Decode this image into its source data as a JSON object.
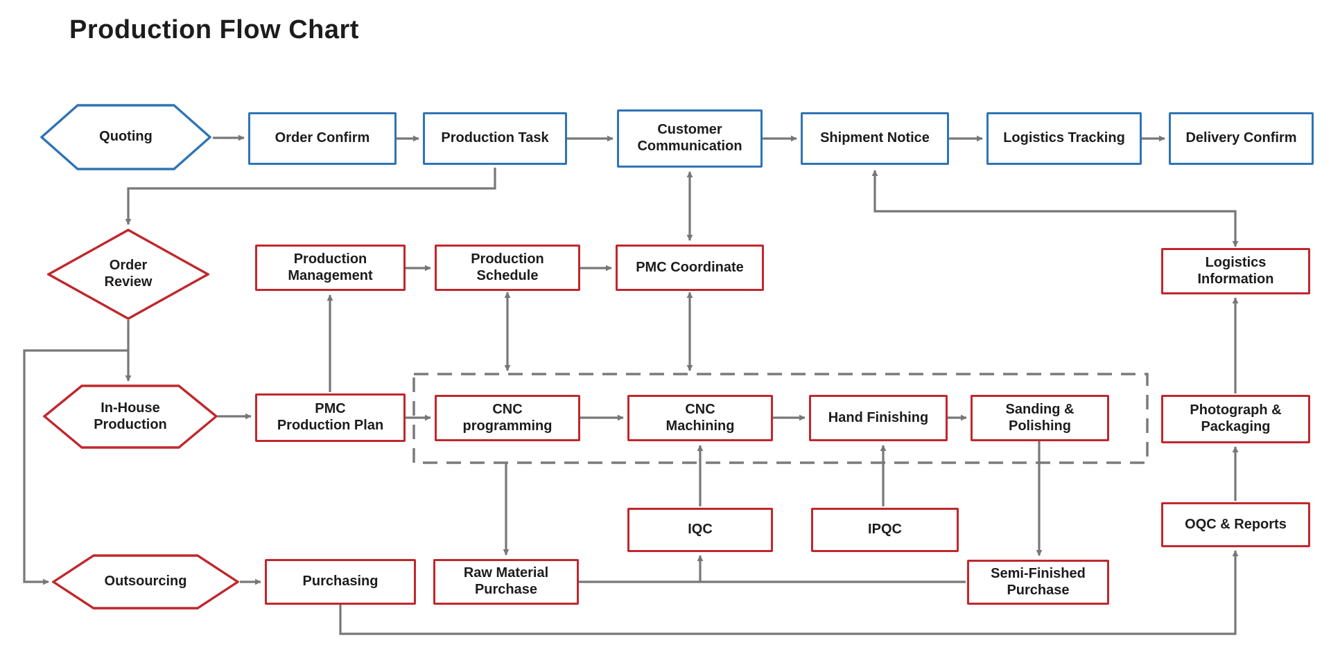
{
  "title": "Production Flow Chart",
  "colors": {
    "blue": "#2E74B5",
    "red": "#C0272C",
    "arrow": "#777777",
    "ink": "#1C1C1C"
  },
  "nodes": {
    "quoting": {
      "label": "Quoting",
      "shape": "hexagon",
      "color": "blue"
    },
    "order_confirm": {
      "label": "Order Confirm",
      "shape": "rect",
      "color": "blue"
    },
    "production_task": {
      "label": "Production Task",
      "shape": "rect",
      "color": "blue"
    },
    "customer_communication": {
      "label": "Customer\nCommunication",
      "shape": "rect",
      "color": "blue"
    },
    "shipment_notice": {
      "label": "Shipment Notice",
      "shape": "rect",
      "color": "blue"
    },
    "logistics_tracking": {
      "label": "Logistics Tracking",
      "shape": "rect",
      "color": "blue"
    },
    "delivery_confirm": {
      "label": "Delivery Confirm",
      "shape": "rect",
      "color": "blue"
    },
    "order_review": {
      "label": "Order\nReview",
      "shape": "diamond",
      "color": "red"
    },
    "production_management": {
      "label": "Production\nManagement",
      "shape": "rect",
      "color": "red"
    },
    "production_schedule": {
      "label": "Production\nSchedule",
      "shape": "rect",
      "color": "red"
    },
    "pmc_coordinate": {
      "label": "PMC Coordinate",
      "shape": "rect",
      "color": "red"
    },
    "logistics_information": {
      "label": "Logistics\nInformation",
      "shape": "rect",
      "color": "red"
    },
    "in_house_production": {
      "label": "In-House\nProduction",
      "shape": "hexagon",
      "color": "red"
    },
    "pmc_production_plan": {
      "label": "PMC\nProduction Plan",
      "shape": "rect",
      "color": "red"
    },
    "cnc_programming": {
      "label": "CNC\nprogramming",
      "shape": "rect",
      "color": "red"
    },
    "cnc_machining": {
      "label": "CNC\nMachining",
      "shape": "rect",
      "color": "red"
    },
    "hand_finishing": {
      "label": "Hand Finishing",
      "shape": "rect",
      "color": "red"
    },
    "sanding_polishing": {
      "label": "Sanding &\nPolishing",
      "shape": "rect",
      "color": "red"
    },
    "photograph_packaging": {
      "label": "Photograph &\nPackaging",
      "shape": "rect",
      "color": "red"
    },
    "iqc": {
      "label": "IQC",
      "shape": "rect",
      "color": "red"
    },
    "ipqc": {
      "label": "IPQC",
      "shape": "rect",
      "color": "red"
    },
    "oqc_reports": {
      "label": "OQC & Reports",
      "shape": "rect",
      "color": "red"
    },
    "outsourcing": {
      "label": "Outsourcing",
      "shape": "hexagon",
      "color": "red"
    },
    "purchasing": {
      "label": "Purchasing",
      "shape": "rect",
      "color": "red"
    },
    "raw_material_purchase": {
      "label": "Raw Material\nPurchase",
      "shape": "rect",
      "color": "red"
    },
    "semi_finished_purchase": {
      "label": "Semi-Finished\nPurchase",
      "shape": "rect",
      "color": "red"
    }
  },
  "edges": [
    {
      "from": "quoting",
      "to": "order_confirm",
      "type": "arrow"
    },
    {
      "from": "order_confirm",
      "to": "production_task",
      "type": "arrow"
    },
    {
      "from": "production_task",
      "to": "customer_communication",
      "type": "arrow"
    },
    {
      "from": "customer_communication",
      "to": "shipment_notice",
      "type": "arrow"
    },
    {
      "from": "shipment_notice",
      "to": "logistics_tracking",
      "type": "arrow"
    },
    {
      "from": "logistics_tracking",
      "to": "delivery_confirm",
      "type": "arrow"
    },
    {
      "from": "production_task",
      "to": "order_review",
      "type": "arrow"
    },
    {
      "from": "customer_communication",
      "to": "pmc_coordinate",
      "type": "double"
    },
    {
      "from": "production_management",
      "to": "production_schedule",
      "type": "arrow"
    },
    {
      "from": "production_schedule",
      "to": "pmc_coordinate",
      "type": "arrow"
    },
    {
      "from": "pmc_production_plan",
      "to": "production_management",
      "type": "arrow"
    },
    {
      "from": "production_schedule",
      "to": "production_process_group",
      "type": "double"
    },
    {
      "from": "pmc_coordinate",
      "to": "production_process_group",
      "type": "double"
    },
    {
      "from": "order_review",
      "to": "in_house_production",
      "type": "arrow"
    },
    {
      "from": "order_review",
      "to": "outsourcing",
      "type": "arrow"
    },
    {
      "from": "in_house_production",
      "to": "pmc_production_plan",
      "type": "arrow"
    },
    {
      "from": "pmc_production_plan",
      "to": "cnc_programming",
      "type": "arrow"
    },
    {
      "from": "cnc_programming",
      "to": "cnc_machining",
      "type": "arrow"
    },
    {
      "from": "cnc_machining",
      "to": "hand_finishing",
      "type": "arrow"
    },
    {
      "from": "hand_finishing",
      "to": "sanding_polishing",
      "type": "arrow"
    },
    {
      "from": "production_process_group",
      "to": "raw_material_purchase",
      "type": "arrow"
    },
    {
      "from": "iqc",
      "to": "cnc_machining",
      "type": "arrow"
    },
    {
      "from": "ipqc",
      "to": "hand_finishing",
      "type": "arrow"
    },
    {
      "from": "sanding_polishing",
      "to": "semi_finished_purchase",
      "type": "arrow"
    },
    {
      "from": "raw_material_purchase",
      "to": "semi_finished_purchase",
      "type": "line"
    },
    {
      "from": "raw_material_purchase",
      "to": "iqc",
      "type": "arrow"
    },
    {
      "from": "outsourcing",
      "to": "purchasing",
      "type": "arrow"
    },
    {
      "from": "purchasing",
      "to": "oqc_reports",
      "type": "arrow"
    },
    {
      "from": "oqc_reports",
      "to": "photograph_packaging",
      "type": "arrow"
    },
    {
      "from": "photograph_packaging",
      "to": "logistics_information",
      "type": "arrow"
    },
    {
      "from": "logistics_information",
      "to": "shipment_notice",
      "type": "double"
    }
  ],
  "groups": {
    "production_process_group": {
      "style": "dashed"
    }
  }
}
